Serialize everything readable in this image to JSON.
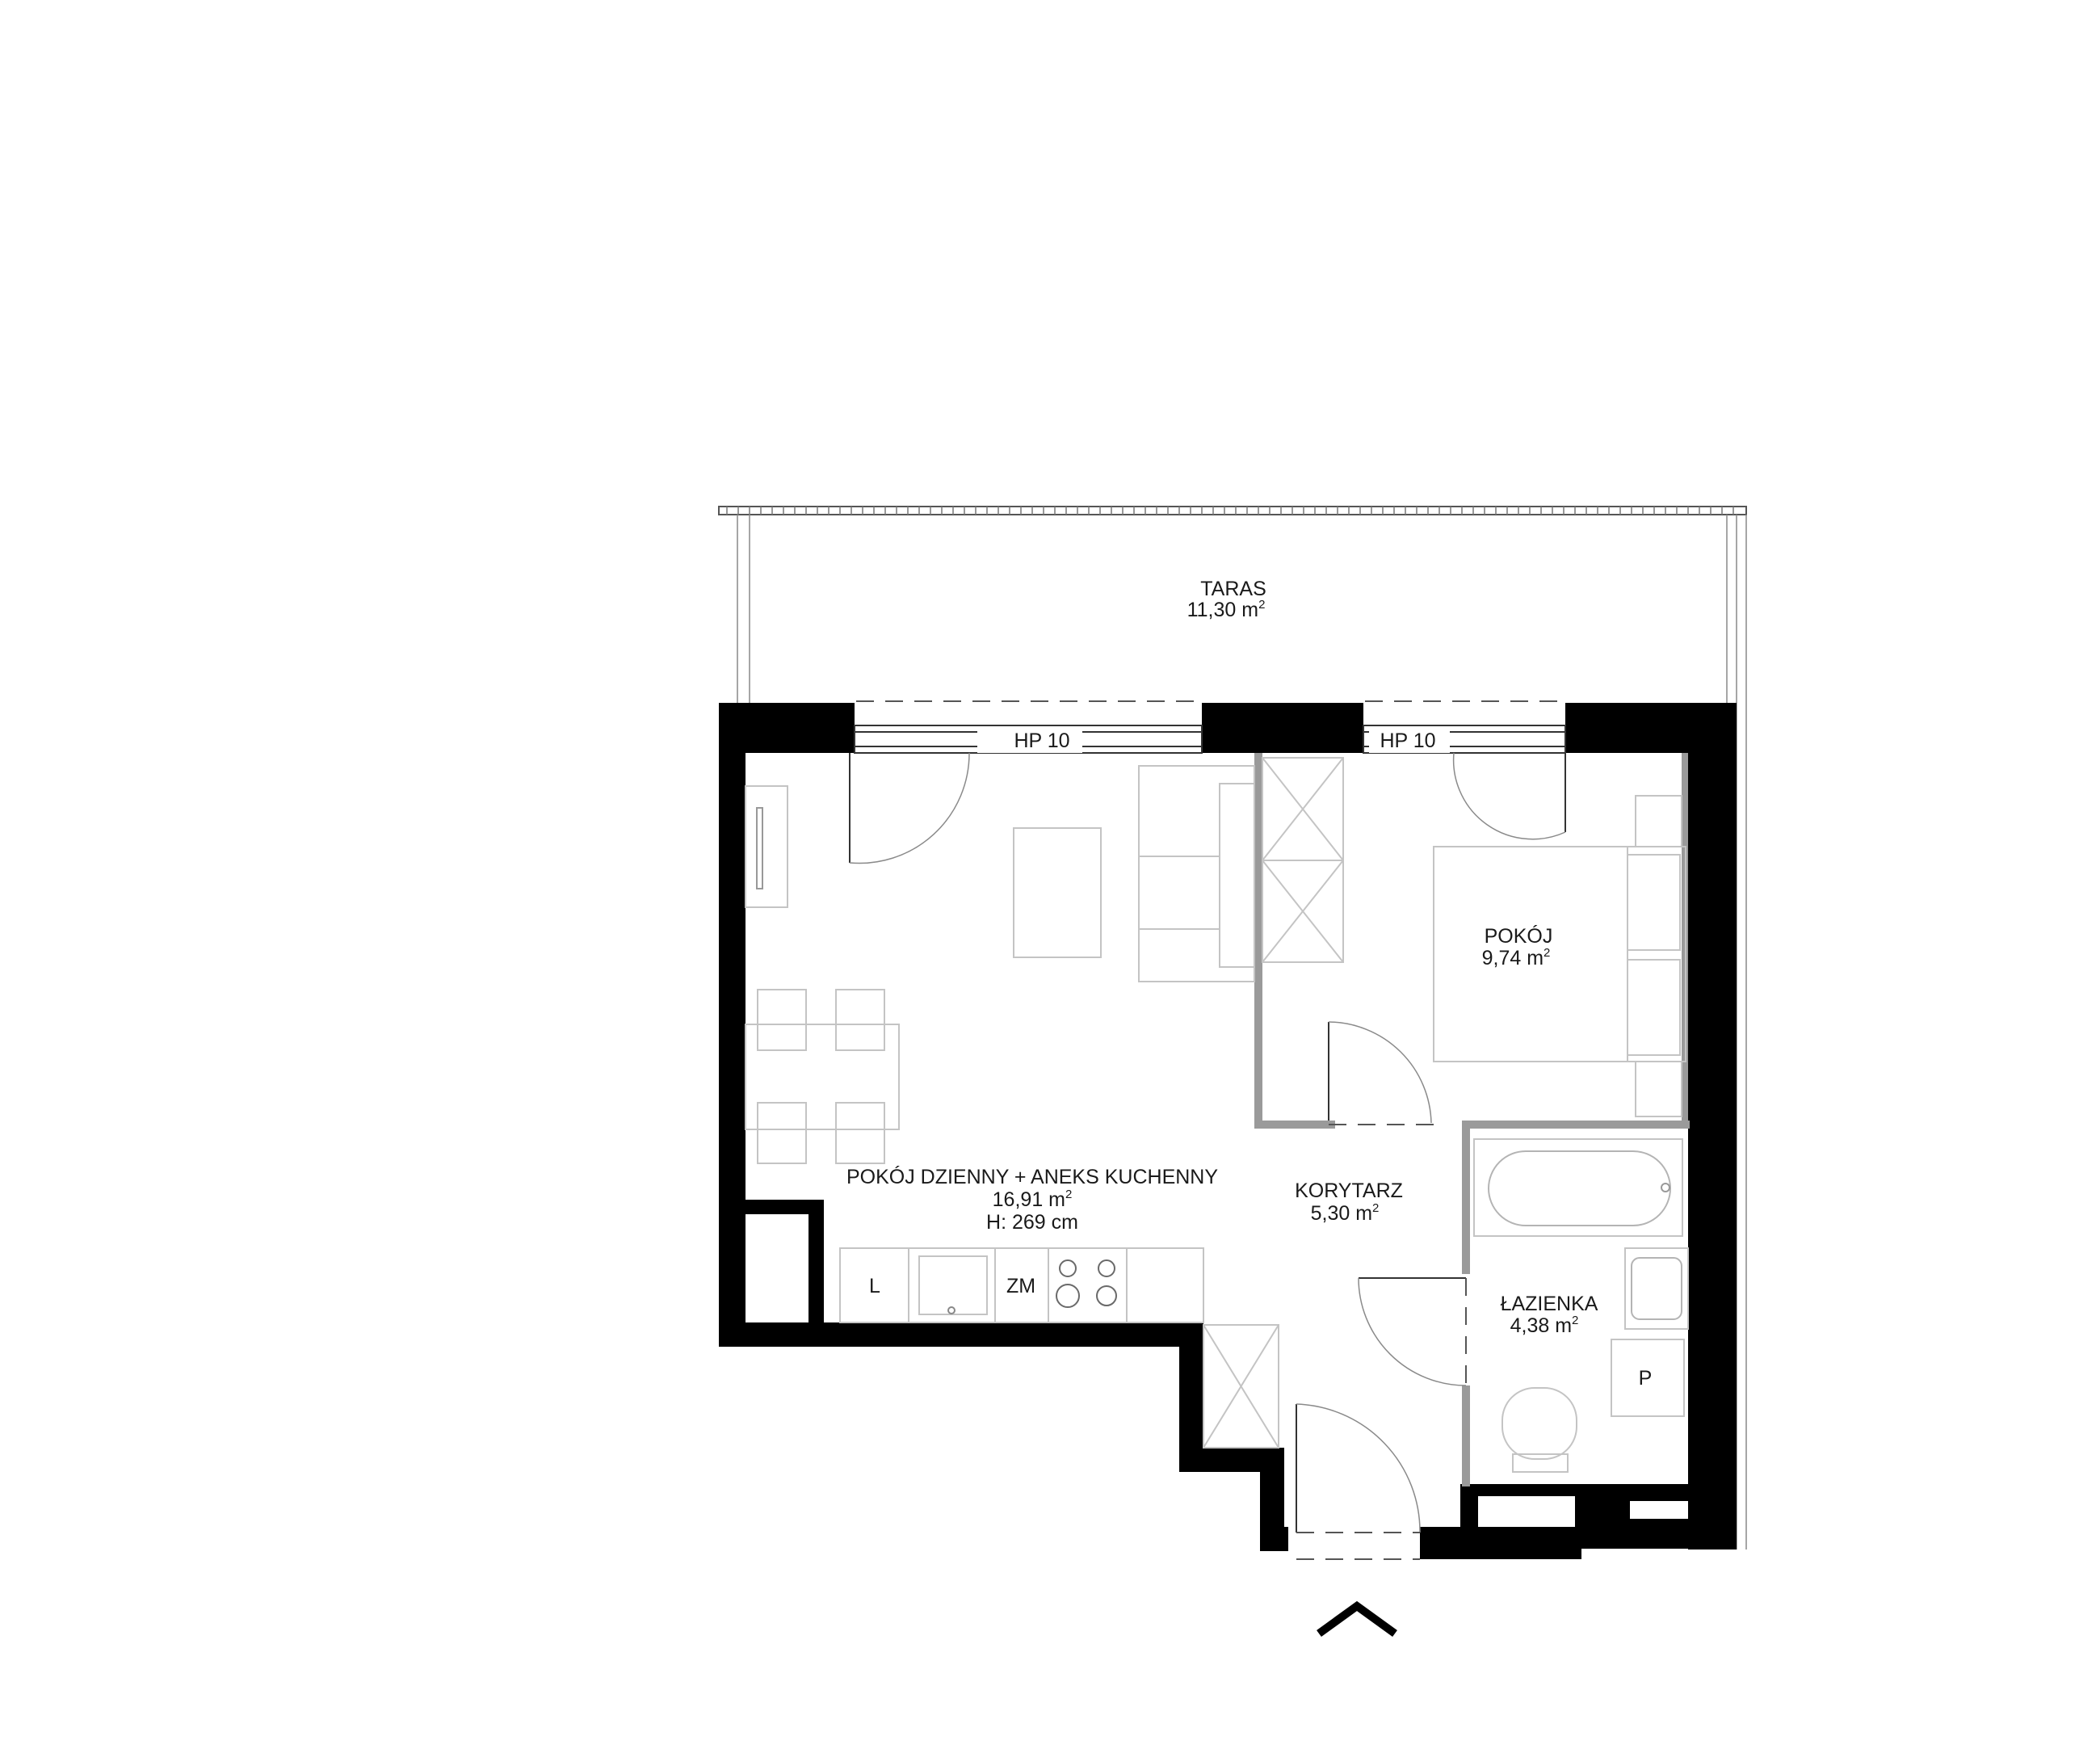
{
  "unit_superscript": "2",
  "rooms": {
    "taras": {
      "name": "TARAS",
      "area": "11,30 m"
    },
    "living": {
      "name": "POKÓJ DZIENNY + ANEKS KUCHENNY",
      "area": "16,91 m",
      "height": "H: 269 cm"
    },
    "pokoj": {
      "name": "POKÓJ",
      "area": "9,74 m"
    },
    "korytarz": {
      "name": "KORYTARZ",
      "area": "5,30 m"
    },
    "lazienka": {
      "name": "ŁAZIENKA",
      "area": "4,38 m"
    }
  },
  "window_tags": {
    "left": "HP 10",
    "right": "HP 10"
  },
  "appliance_labels": {
    "fridge": "L",
    "dishwasher": "ZM",
    "washer": "P"
  },
  "entrance_marker": "chevron-up"
}
